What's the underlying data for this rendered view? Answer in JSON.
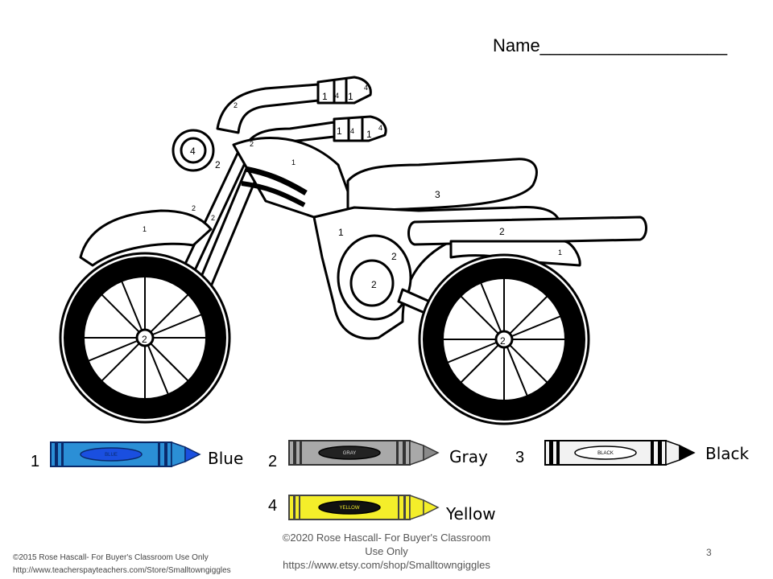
{
  "header": {
    "name_label": "Name___________________"
  },
  "bike_labels": {
    "handle_top": [
      "1",
      "4",
      "1",
      "4"
    ],
    "handle_bottom": [
      "1",
      "4",
      "1",
      "4"
    ],
    "fork_top": "2",
    "fork_mid": "2",
    "headlight": "4",
    "headlight_side": "2",
    "tank": "1",
    "seat": "3",
    "front_fender": "1",
    "fork_low_a": "2",
    "fork_low_b": "2",
    "body": "1",
    "exhaust": "2",
    "rear_fender": "1",
    "engine_outer": "2",
    "engine_inner": "2",
    "swingarm": "2",
    "front_hub": "2",
    "rear_hub": "2"
  },
  "legend": [
    {
      "number": "1",
      "name": "Blue",
      "tag": "BLUE",
      "color": "#2b8fd6",
      "tip": "#1a4fe0"
    },
    {
      "number": "2",
      "name": "Gray",
      "tag": "GRAY",
      "color": "#a9a9a9",
      "tip": "#8a8a8a"
    },
    {
      "number": "3",
      "name": "Black",
      "tag": "BLACK",
      "color": "#f2f2f2",
      "tip": "#000000"
    },
    {
      "number": "4",
      "name": "Yellow",
      "tag": "YELLOW",
      "color": "#f4ee2a",
      "tip": "#f4ee2a"
    }
  ],
  "footer": {
    "left_line1": "©2015 Rose Hascall- For Buyer's Classroom Use Only",
    "left_line2": "http://www.teacherspayteachers.com/Store/Smalltowngiggles",
    "center_line1": "©2020  Rose Hascall- For Buyer's Classroom",
    "center_line2": "Use Only",
    "center_line3": "https://www.etsy.com/shop/Smalltowngiggles",
    "page_number": "3"
  }
}
